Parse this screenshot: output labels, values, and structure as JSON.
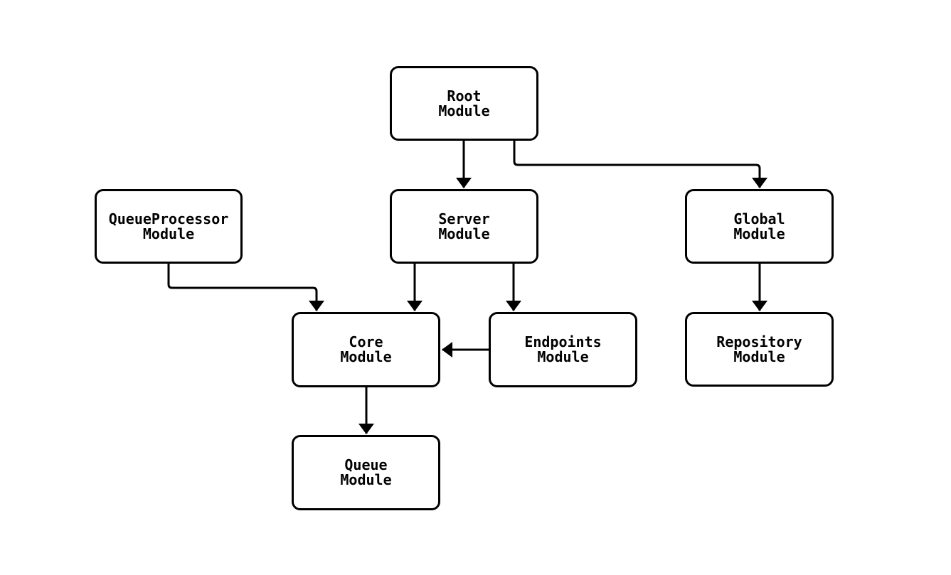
{
  "diagram": {
    "type": "flowchart",
    "direction": "top-down",
    "nodes": [
      {
        "id": "root",
        "label": "Root\nModule"
      },
      {
        "id": "queueprocessor",
        "label": "QueueProcessor\nModule"
      },
      {
        "id": "server",
        "label": "Server\nModule"
      },
      {
        "id": "global",
        "label": "Global\nModule"
      },
      {
        "id": "core",
        "label": "Core\nModule"
      },
      {
        "id": "endpoints",
        "label": "Endpoints\nModule"
      },
      {
        "id": "repository",
        "label": "Repository\nModule"
      },
      {
        "id": "queue",
        "label": "Queue\nModule"
      }
    ],
    "edges": [
      {
        "from": "root",
        "to": "server"
      },
      {
        "from": "root",
        "to": "global"
      },
      {
        "from": "queueprocessor",
        "to": "core"
      },
      {
        "from": "server",
        "to": "core"
      },
      {
        "from": "server",
        "to": "endpoints"
      },
      {
        "from": "endpoints",
        "to": "core"
      },
      {
        "from": "global",
        "to": "repository"
      },
      {
        "from": "core",
        "to": "queue"
      }
    ]
  },
  "colors": {
    "background": "#ffffff",
    "node_fill": "#ffffff",
    "node_border": "#000000",
    "edge_stroke": "#000000",
    "text": "#000000"
  }
}
